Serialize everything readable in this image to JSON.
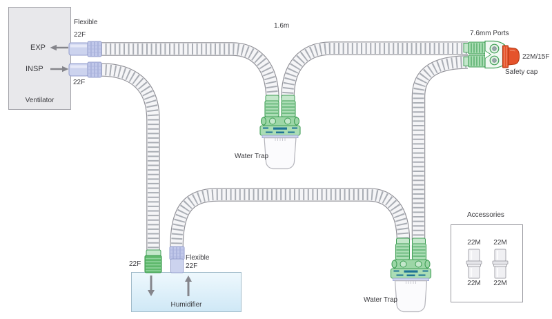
{
  "ventilator": {
    "label": "Ventilator",
    "exp_label": "EXP",
    "insp_label": "INSP",
    "flexible_label": "Flexible",
    "exp_size": "22F",
    "insp_size": "22F"
  },
  "tubing": {
    "length_label": "1.6m"
  },
  "wye": {
    "ports_label": "7.6mm Ports",
    "cap_size_label": "22M/15F",
    "safety_cap_label": "Safety cap"
  },
  "water_trap_1": {
    "label": "Water Trap"
  },
  "water_trap_2": {
    "label": "Water Trap"
  },
  "humidifier": {
    "label": "Humidifier",
    "inlet_size": "22F",
    "outlet_flexible_label": "Flexible",
    "outlet_size": "22F"
  },
  "accessories": {
    "label": "Accessories",
    "adapter1_top": "22M",
    "adapter1_bottom": "22M",
    "adapter2_top": "22M",
    "adapter2_bottom": "22M"
  },
  "colors": {
    "trap_green": "#abddb5",
    "connector_green": "#5eb86c",
    "green_outline": "#3f9e55",
    "lavender": "#ccd3ee",
    "lavender_outline": "#939dcc",
    "safety_cap_orange": "#e5532b",
    "safety_cap_outline": "#b33a12",
    "humidifier_blue_top": "#eef8fd",
    "humidifier_blue_bottom": "#cfe8f6",
    "ventilator_gray": "#e8e8eb",
    "teal_accent": "#1f7396",
    "tube_gray": "#f5f5f7",
    "text": "#3a3a3e"
  }
}
